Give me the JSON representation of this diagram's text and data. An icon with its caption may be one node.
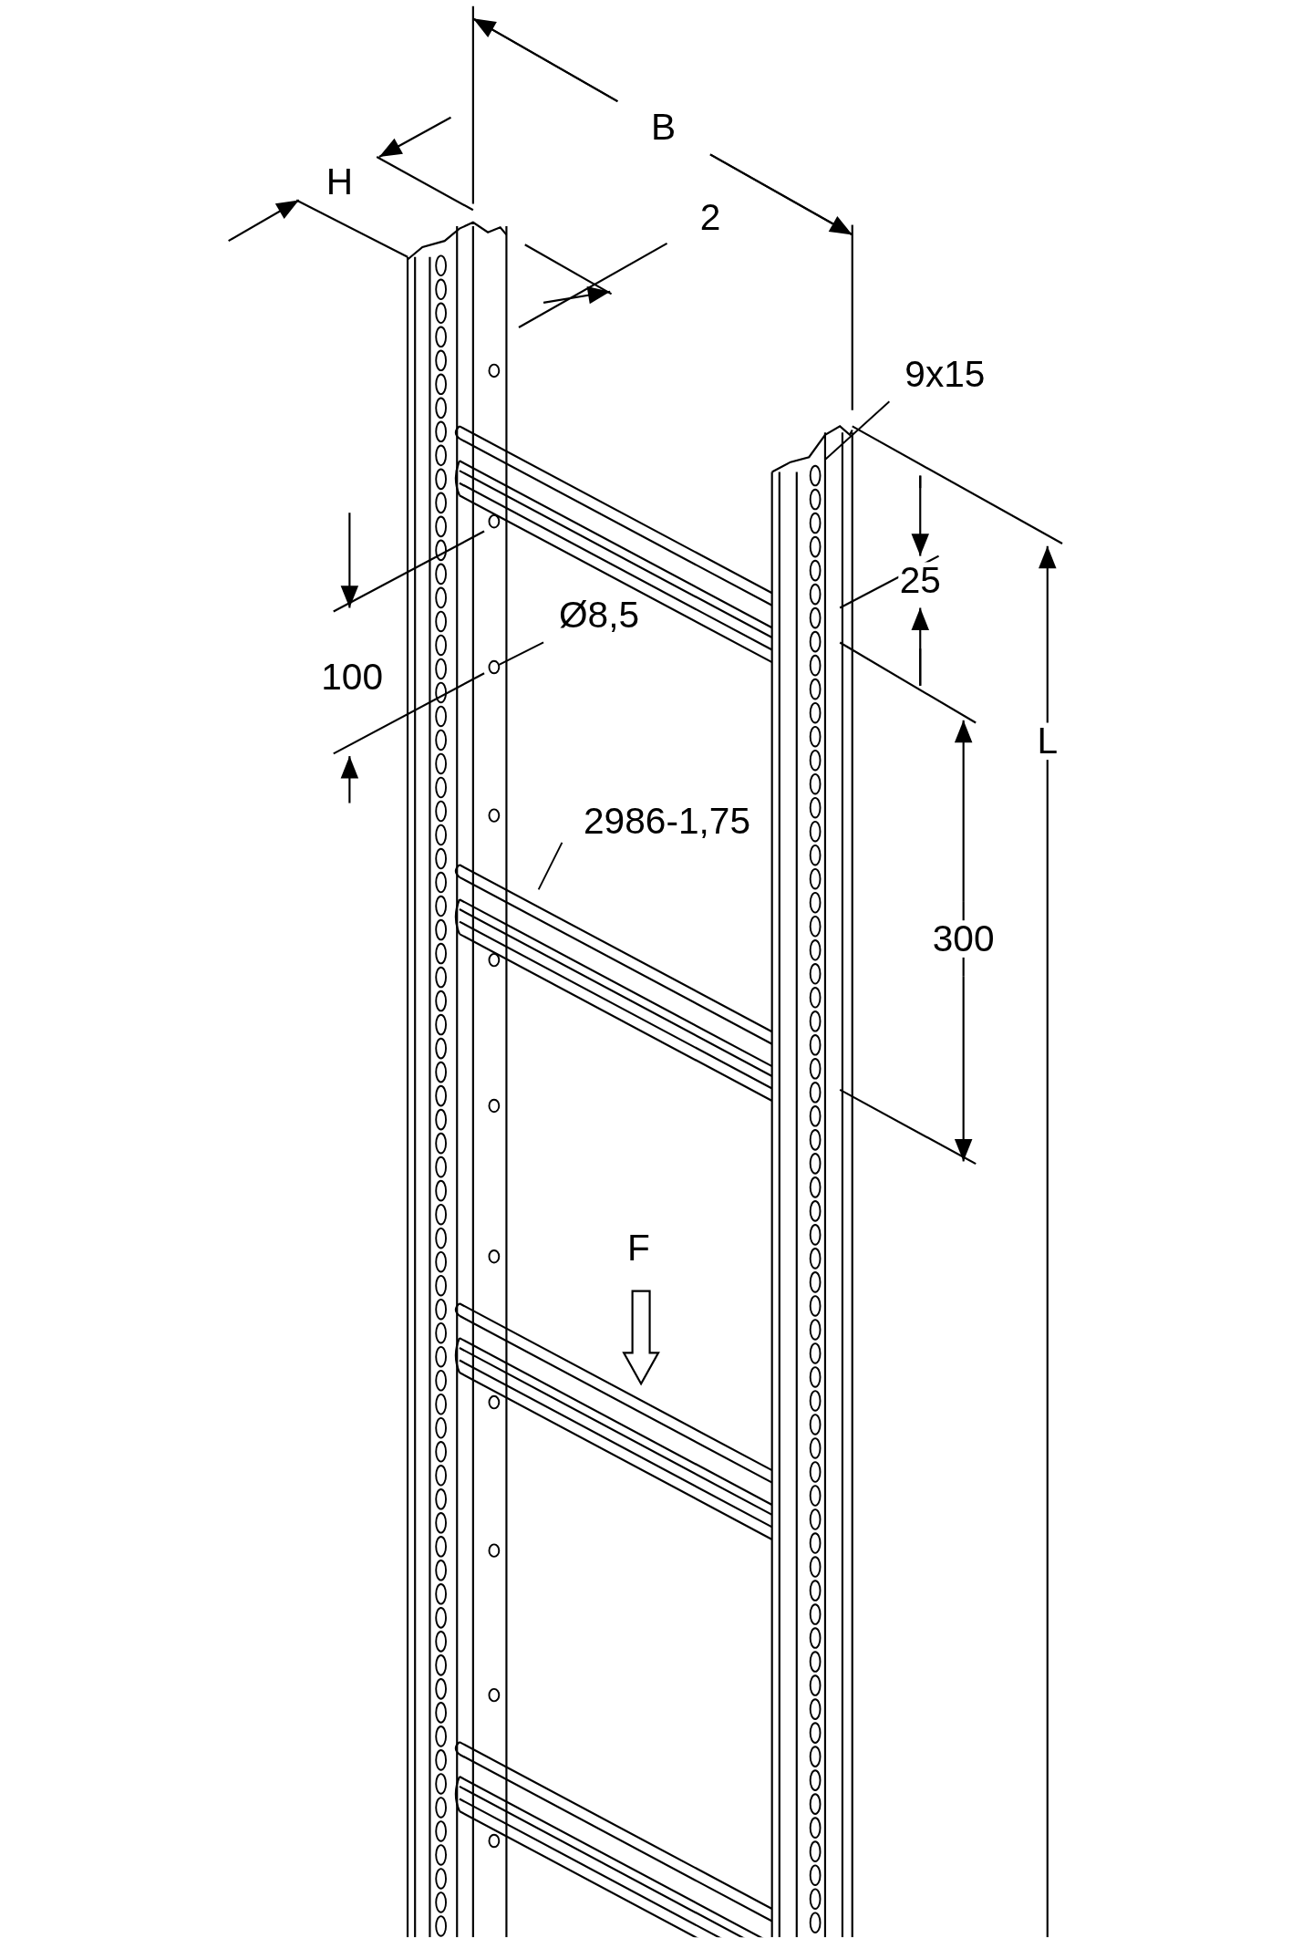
{
  "diagram": {
    "nodes": [
      {
        "text": [
          "9x15"
        ]
      },
      {
        "text": [
          "Ø8,5"
        ]
      },
      {
        "text": [
          "2986-1,75"
        ]
      },
      {
        "text": [],
        "shape": "circle"
      }
    ],
    "edges": [
      {
        "from": 0,
        "to": null,
        "arrow": "none"
      },
      {
        "from": 1,
        "to": 3,
        "arrow": "none"
      },
      {
        "from": 2,
        "to": null,
        "arrow": "none"
      }
    ],
    "labels": [
      "B",
      "H",
      "2",
      "25",
      "100",
      "L",
      "300",
      "F"
    ]
  }
}
